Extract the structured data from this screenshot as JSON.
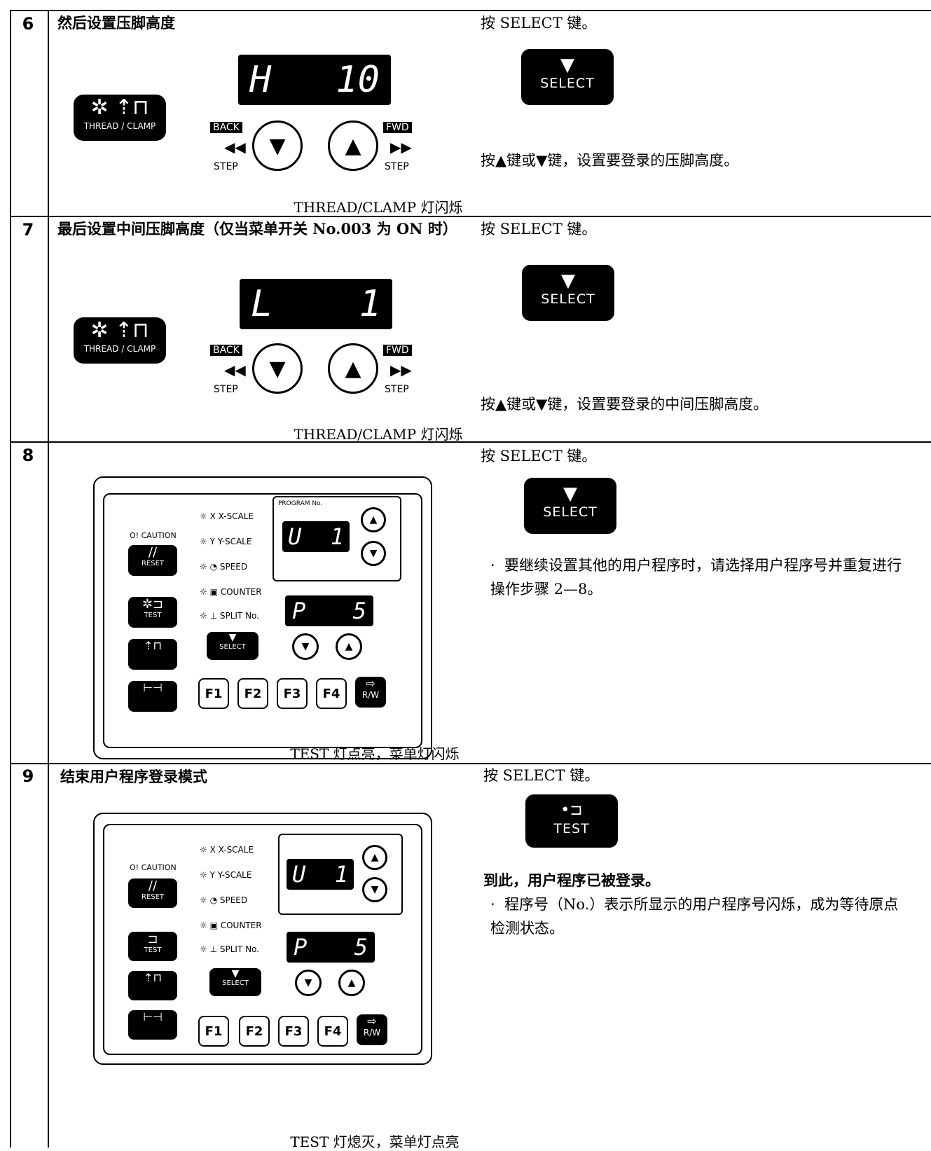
{
  "steps": [
    {
      "no": "6",
      "title": "然后设置压脚高度",
      "display": [
        "H",
        "10"
      ],
      "caption": "THREAD/CLAMP 灯闪烁",
      "right_top": "按 SELECT 键。",
      "right_mid": "按▲键或▼键，设置要登录的压脚高度。"
    },
    {
      "no": "7",
      "title": "最后设置中间压脚高度（仅当菜单开关 No.003 为 ON 时）",
      "display": [
        "L",
        "1"
      ],
      "caption": "THREAD/CLAMP 灯闪烁",
      "right_top": "按 SELECT 键。",
      "right_mid": "按▲键或▼键，设置要登录的中间压脚高度。"
    },
    {
      "no": "8",
      "caption": "TEST 灯点亮，菜单灯闪烁",
      "right_top": "按 SELECT 键。",
      "bullet": "要继续设置其他的用户程序时，请选择用户程序号并重复进行操作步骤 2—8。"
    },
    {
      "no": "9",
      "title": "结束用户程序登录模式",
      "caption": "TEST 灯熄灭，菜单灯点亮",
      "right_top": "按 SELECT 键。",
      "done": "到此，用户程序已被登录。",
      "bullet": "程序号（No.）表示所显示的用户程序号闪烁，成为等待原点检测状态。"
    }
  ],
  "keys": {
    "select": "SELECT",
    "test": "TEST",
    "back": "BACK",
    "fwd": "FWD",
    "step": "STEP",
    "thread_clamp": "THREAD / CLAMP",
    "up_arrow": "▲",
    "down_arrow": "▼"
  },
  "panel": {
    "caution": "CAUTION",
    "reset": "RESET",
    "test": "TEST",
    "x_scale": "X-SCALE",
    "y_scale": "Y-SCALE",
    "speed": "SPEED",
    "counter": "COUNTER",
    "split": "SPLIT No.",
    "program_no": "PROGRAM No.",
    "u_display": [
      "U",
      "1"
    ],
    "p_display": [
      "P",
      "5"
    ],
    "f_keys": [
      "F1",
      "F2",
      "F3",
      "F4"
    ],
    "rw": "R/W"
  }
}
